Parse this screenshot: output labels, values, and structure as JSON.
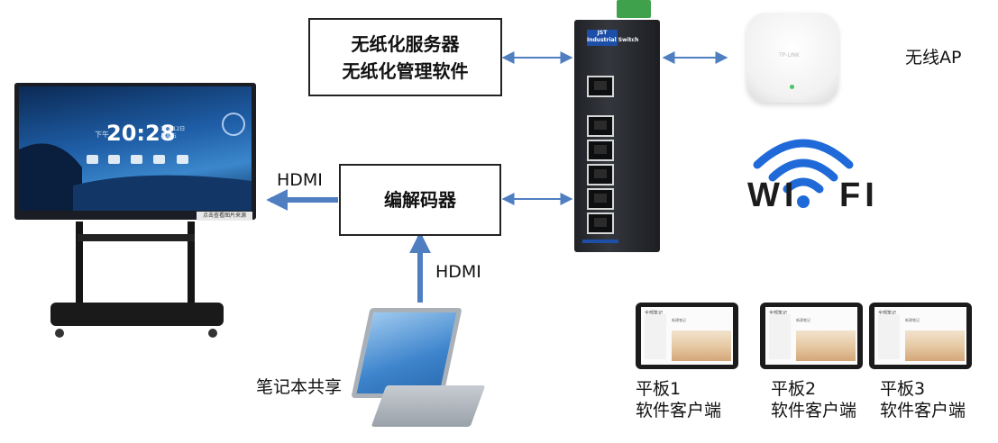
{
  "server_box": {
    "line1": "无纸化服务器",
    "line2": "无纸化管理软件"
  },
  "decoder_box": {
    "label": "编解码器"
  },
  "hdmi_left": "HDMI",
  "hdmi_bottom": "HDMI",
  "laptop_label": "笔记本共享",
  "ap_label": "无线AP",
  "wifi_logo": "WI FI",
  "display": {
    "clock": "20:28",
    "ampm": "下午",
    "date": "10月12日\n星期五",
    "tag": "点击查看图片来源"
  },
  "switch_brand": "JST\nIndustrial Switch",
  "ap_brand": "TP-LINK",
  "tablets": [
    {
      "line1": "平板1",
      "line2": "软件客户端"
    },
    {
      "line1": "平板2",
      "line2": "软件客户端"
    },
    {
      "line1": "平板3",
      "line2": "软件客户端"
    }
  ],
  "tablet_screen": {
    "title": "全部笔记",
    "heading": "新建笔记"
  },
  "colors": {
    "arrow": "#4f7ec1",
    "wifi": "#1f6ad8",
    "switch_accent": "#1d4fa8"
  }
}
